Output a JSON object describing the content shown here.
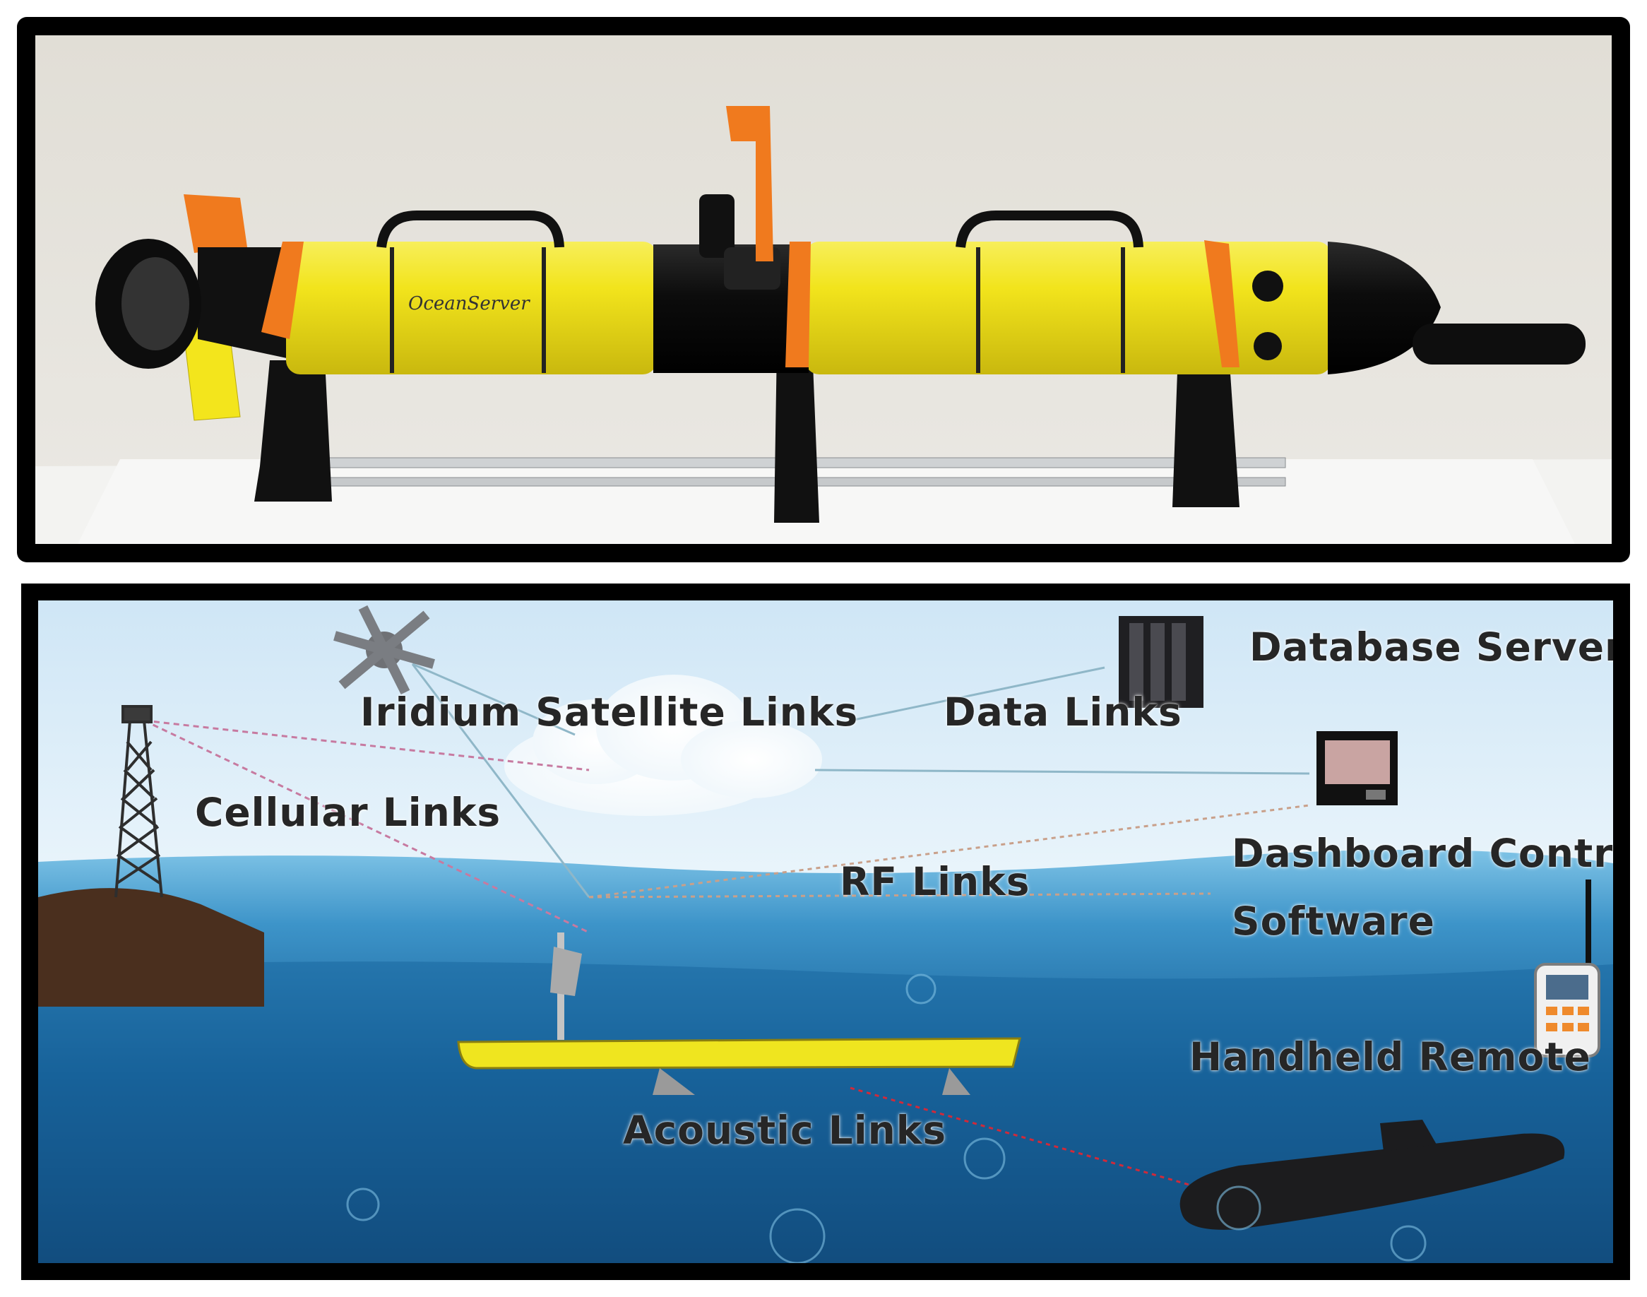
{
  "top_photo": {
    "hull_logo_text": "OceanServer"
  },
  "diagram": {
    "labels": {
      "iridium": "Iridium Satellite Links",
      "data_links": "Data Links",
      "database_server": "Database Server",
      "cellular": "Cellular Links",
      "rf_links": "RF Links",
      "dashboard_line1": "Dashboard Control",
      "dashboard_line2": "Software",
      "handheld": "Handheld Remote",
      "acoustic": "Acoustic Links"
    }
  },
  "colors": {
    "auv_yellow": "#f3e51c",
    "auv_orange": "#f07a1e",
    "wall": "#e4e1da",
    "sky": "#d9eefa",
    "sea_deep": "#0b3a6a",
    "frame": "#000000"
  }
}
